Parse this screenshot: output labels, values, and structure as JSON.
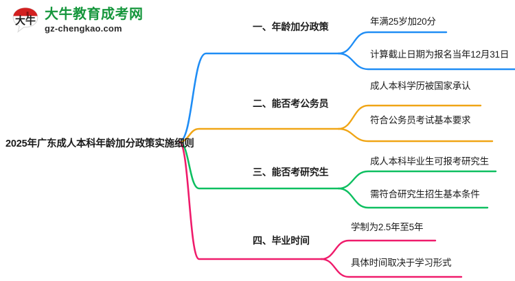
{
  "logo": {
    "mark_name": "daniu-speech-bubble-logo",
    "brand": "大牛教育成考网",
    "url": "gz-chengkao.com",
    "brand_color": "#15963c",
    "mark_color": "#d22020"
  },
  "mindmap": {
    "root": {
      "label": "2025年广东成人本科年龄加分政策实施细则"
    },
    "branches": [
      {
        "label": "一、年龄加分政策",
        "color": "#1f8df5",
        "children": [
          {
            "label": "年满25岁加20分"
          },
          {
            "label": "计算截止日期为报名当年12月31日"
          }
        ]
      },
      {
        "label": "二、能否考公务员",
        "color": "#f0a515",
        "children": [
          {
            "label": "成人本科学历被国家承认"
          },
          {
            "label": "符合公务员考试基本要求"
          }
        ]
      },
      {
        "label": "三、能否考研究生",
        "color": "#0dbf60",
        "children": [
          {
            "label": "成人本科毕业生可报考研究生"
          },
          {
            "label": "需符合研究生招生基本条件"
          }
        ]
      },
      {
        "label": "四、毕业时间",
        "color": "#ef1b6b",
        "children": [
          {
            "label": "学制为2.5年至5年"
          },
          {
            "label": "具体时间取决于学习形式"
          }
        ]
      }
    ]
  }
}
